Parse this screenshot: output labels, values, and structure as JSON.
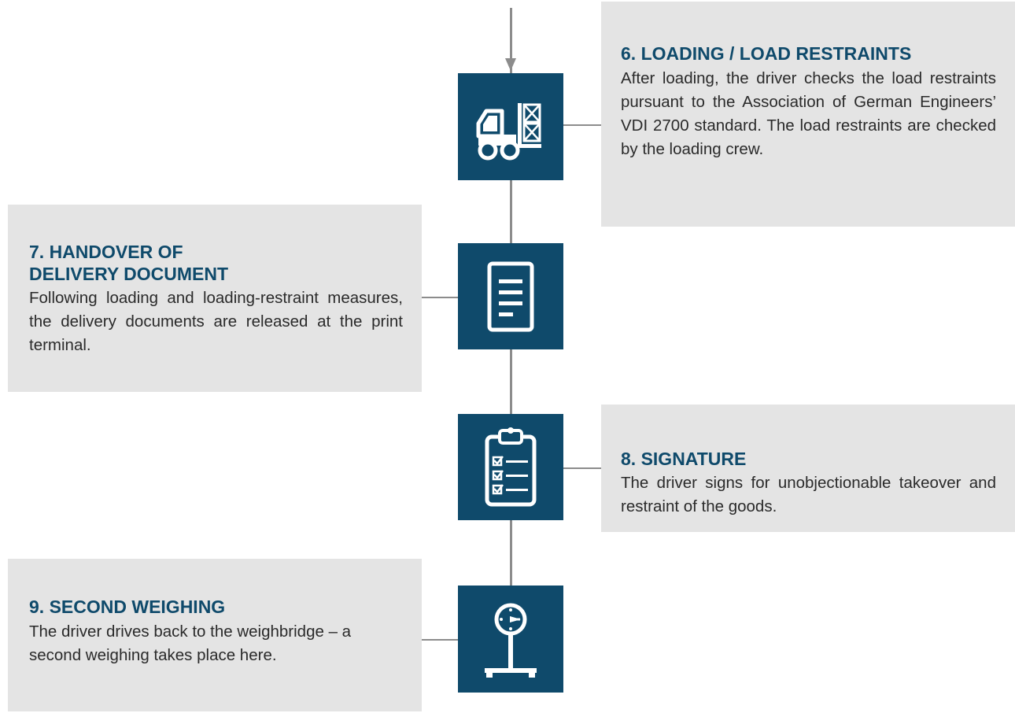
{
  "colors": {
    "icon_bg": "#0f4a6b",
    "card_bg": "#e4e4e4",
    "title": "#0f4a6b",
    "body": "#2a2a2a",
    "connector": "#8c8c8c"
  },
  "steps": [
    {
      "icon": "forklift-icon",
      "title": "6. LOADING / LOAD RESTRAINTS",
      "body": "After loading, the driver checks the load restraints pursuant to the Association of German Engineers’ VDI 2700 standard. The load restraints are checked by the loading crew."
    },
    {
      "icon": "document-icon",
      "title": "7. HANDOVER OF\nDELIVERY DOCUMENT",
      "body": "Following loading and loading-re­straint measures, the delivery docu­ments are released at the print terminal."
    },
    {
      "icon": "clipboard-checklist-icon",
      "title": "8. SIGNATURE",
      "body": "The driver signs for unobjectionable take­over and restraint of the goods."
    },
    {
      "icon": "scale-icon",
      "title": "9. SECOND WEIGHING",
      "body": "The driver drives back to the weigh­bridge – a second weighing takes place here."
    }
  ]
}
